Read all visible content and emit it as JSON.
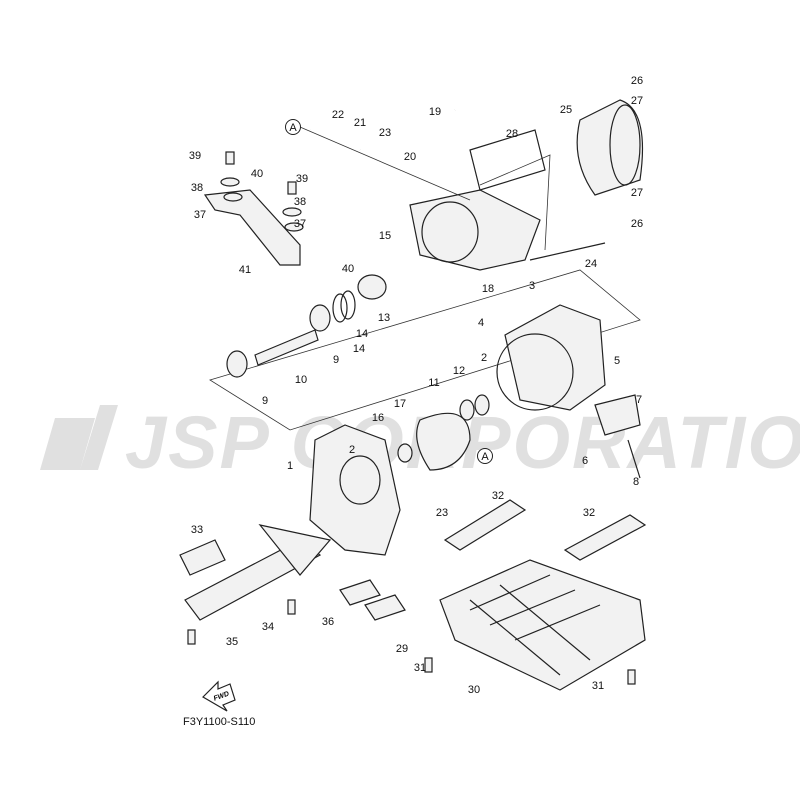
{
  "diagram": {
    "figure_code": "F3Y1100-S110",
    "fwd_label": "FWD",
    "watermark": "JSP CORPORATION",
    "ref_marker": "A",
    "callouts": [
      "26",
      "27",
      "25",
      "19",
      "22",
      "21",
      "23",
      "28",
      "39",
      "20",
      "40",
      "39",
      "38",
      "38",
      "27",
      "37",
      "37",
      "26",
      "15",
      "41",
      "40",
      "24",
      "18",
      "3",
      "13",
      "4",
      "14",
      "14",
      "9",
      "2",
      "5",
      "12",
      "10",
      "11",
      "9",
      "7",
      "17",
      "16",
      "2",
      "1",
      "6",
      "8",
      "23",
      "32",
      "32",
      "33",
      "34",
      "36",
      "35",
      "29",
      "31",
      "31",
      "30"
    ]
  }
}
